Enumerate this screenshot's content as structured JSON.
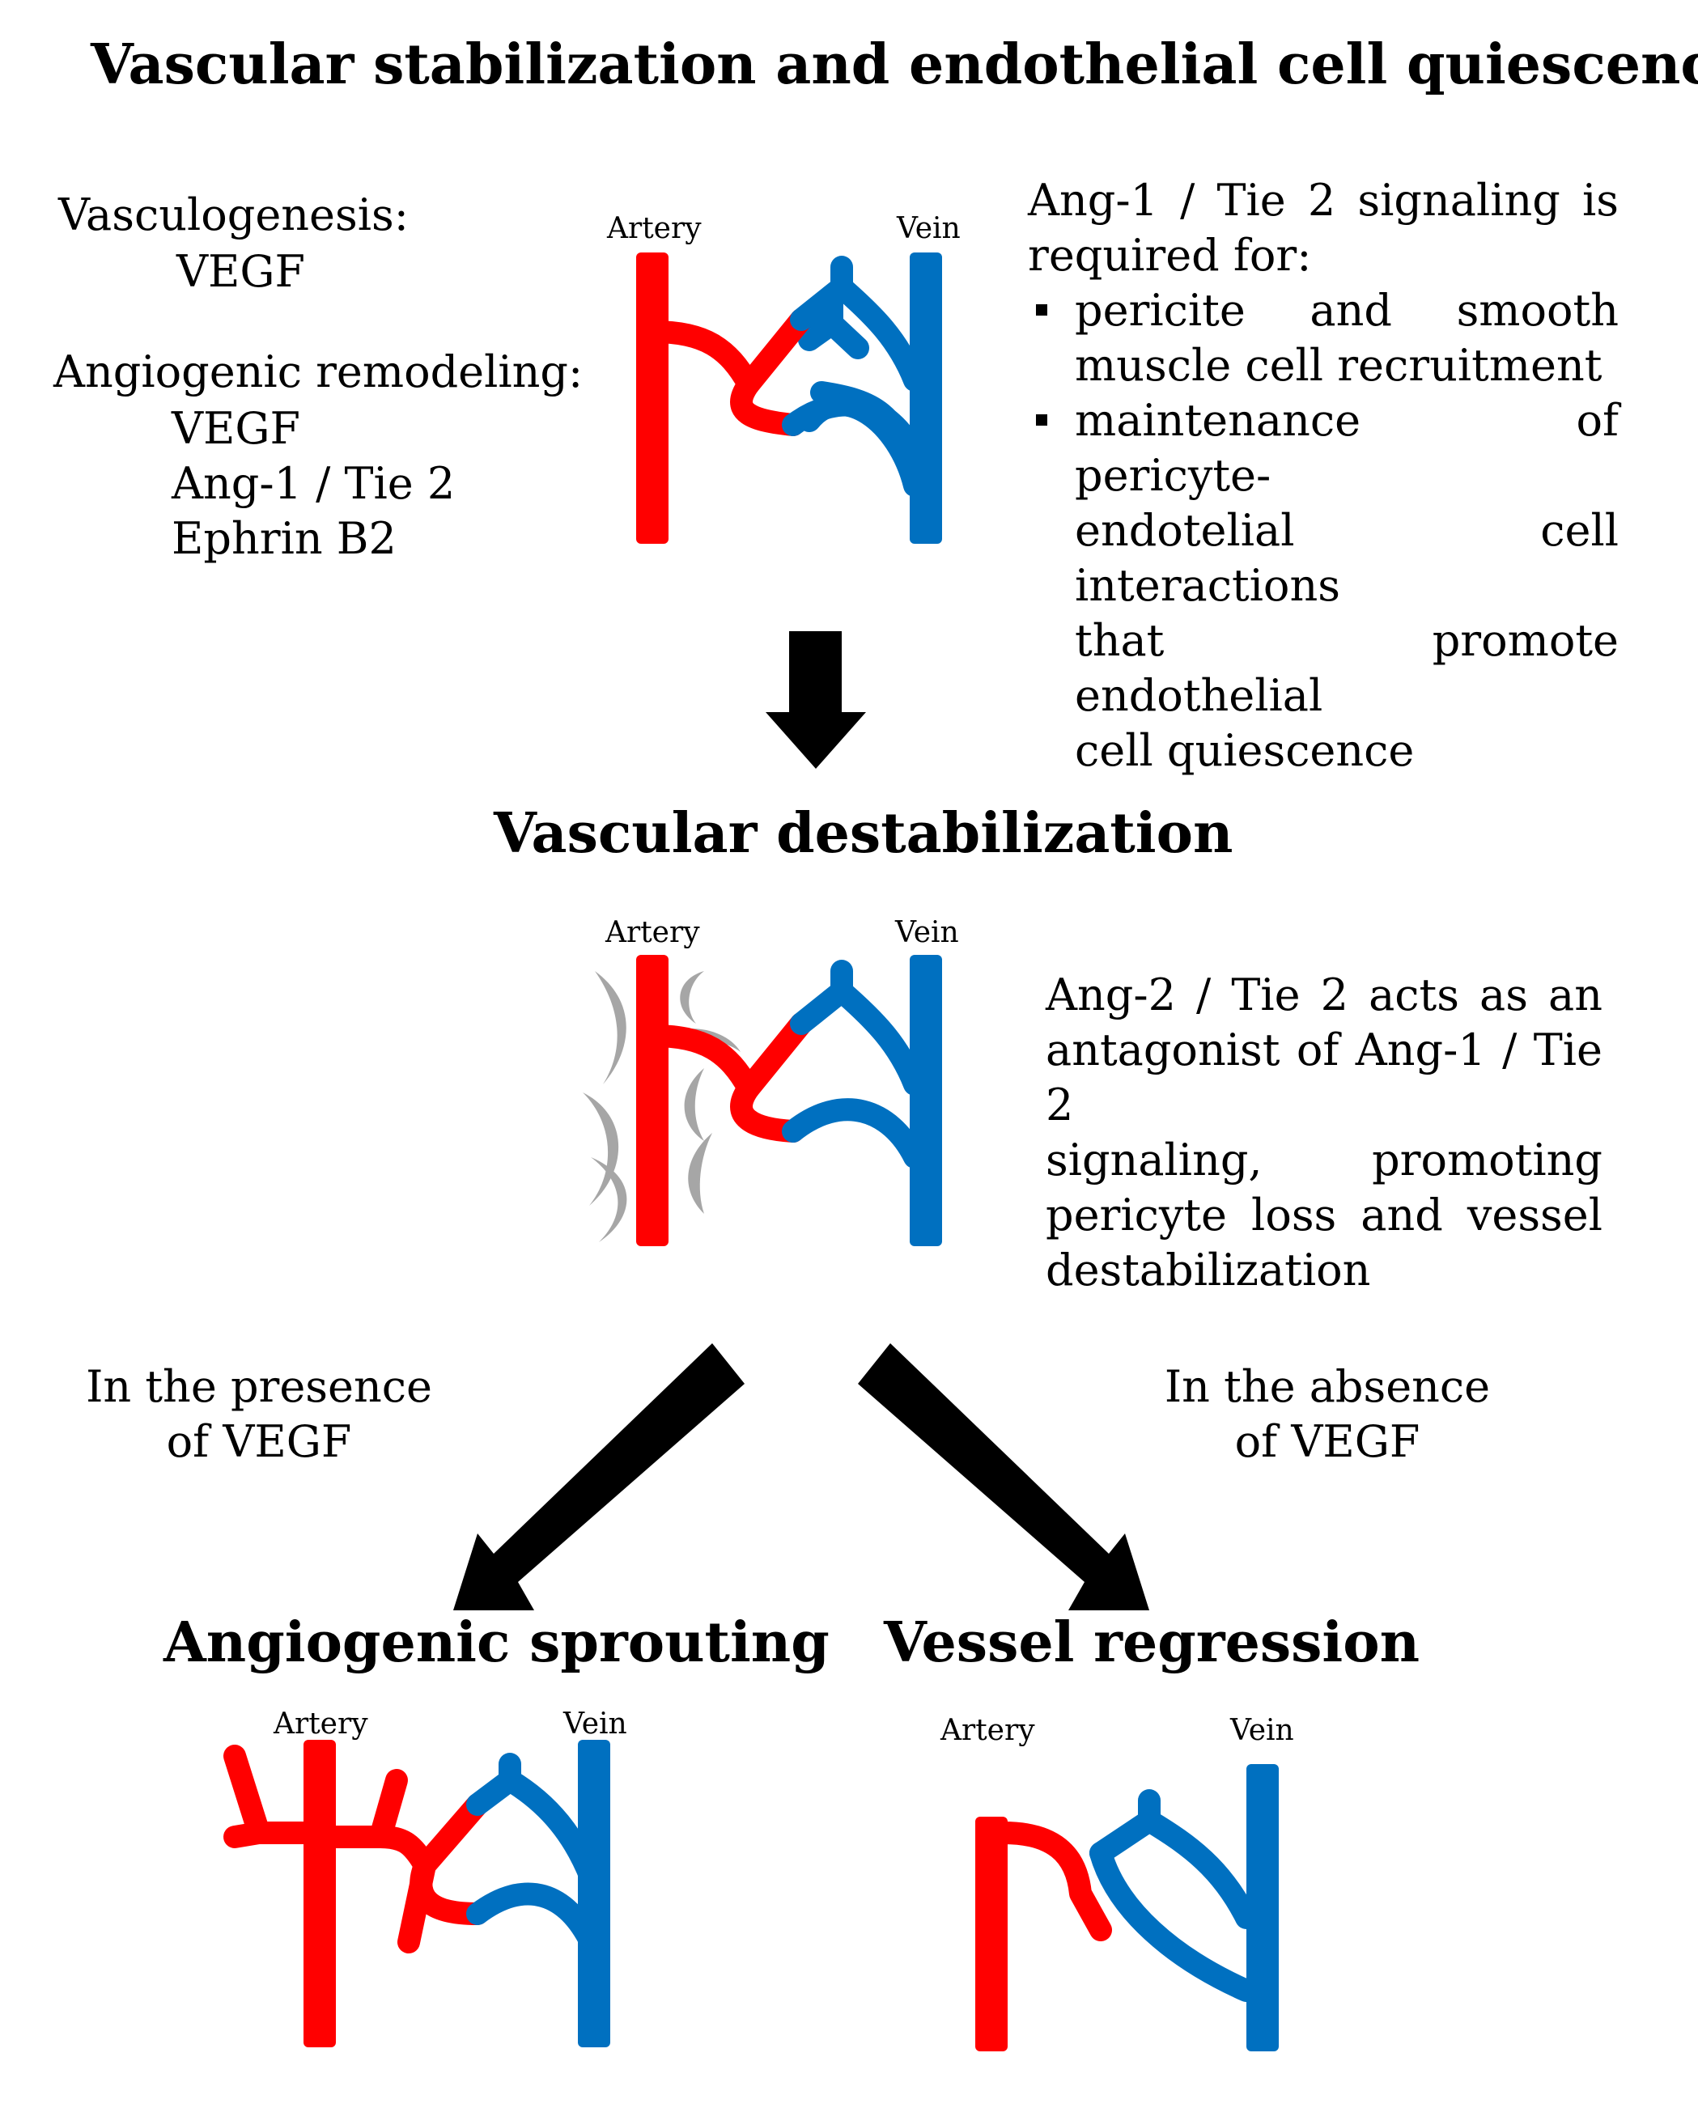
{
  "title_top": "Vascular stabilization and endothelial cell quiescence",
  "left_list": {
    "vasculogenesis_label": "Vasculogenesis:",
    "vasculogenesis_items": [
      "VEGF"
    ],
    "remodeling_label": "Angiogenic remodeling:",
    "remodeling_items": [
      "VEGF",
      "Ang-1 / Tie 2",
      "Ephrin B2"
    ]
  },
  "right_top": {
    "line1": "Ang-1 / Tie 2 signaling is",
    "line2": "required for:",
    "bullets": [
      [
        "pericite and smooth",
        "muscle cell recruitment"
      ],
      [
        "maintenance of pericyte-",
        "endotelial cell interactions",
        "that promote endothelial",
        "cell quiescence"
      ]
    ]
  },
  "vessel_labels": {
    "artery": "Artery",
    "vein": "Vein"
  },
  "title_mid": "Vascular destabilization",
  "right_mid": {
    "lines": [
      "Ang-2 / Tie 2 acts as an",
      "antagonist of Ang-1 / Tie 2",
      "signaling, promoting",
      "pericyte loss and vessel",
      "destabilization"
    ]
  },
  "branch_left": [
    "In the presence",
    "of VEGF"
  ],
  "branch_right": [
    "In the absence",
    "of VEGF"
  ],
  "title_bottom_left": "Angiogenic sprouting",
  "title_bottom_right": "Vessel regression",
  "colors": {
    "artery": "#ff0000",
    "vein": "#0070c0",
    "pericyte": "#a6a6a6",
    "arrow": "#000000"
  }
}
